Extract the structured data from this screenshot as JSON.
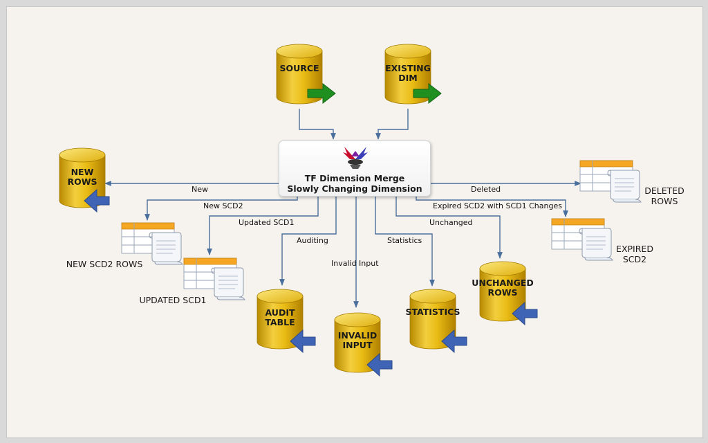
{
  "center": {
    "title": "TF Dimension Merge\nSlowly Changing Dimension"
  },
  "inputs": [
    {
      "id": "source",
      "label": "SOURCE"
    },
    {
      "id": "existing",
      "label": "EXISTING\nDIM"
    }
  ],
  "cylinders": [
    {
      "id": "new-rows",
      "label": "NEW\nROWS"
    },
    {
      "id": "audit",
      "label": "AUDIT\nTABLE"
    },
    {
      "id": "invalid",
      "label": "INVALID\nINPUT"
    },
    {
      "id": "statistics",
      "label": "STATISTICS"
    },
    {
      "id": "unchanged",
      "label": "UNCHANGED\nROWS"
    }
  ],
  "files": [
    {
      "id": "new-scd2",
      "label": "NEW SCD2 ROWS"
    },
    {
      "id": "updated-scd1",
      "label": "UPDATED SCD1"
    },
    {
      "id": "deleted",
      "label": "DELETED\nROWS"
    },
    {
      "id": "expired",
      "label": "EXPIRED\nSCD2"
    }
  ],
  "edges": [
    {
      "id": "new",
      "label": "New"
    },
    {
      "id": "new-scd2",
      "label": "New SCD2"
    },
    {
      "id": "updated-scd1",
      "label": "Updated SCD1"
    },
    {
      "id": "auditing",
      "label": "Auditing"
    },
    {
      "id": "invalid-input",
      "label": "Invalid Input"
    },
    {
      "id": "statistics",
      "label": "Statistics"
    },
    {
      "id": "unchanged",
      "label": "Unchanged"
    },
    {
      "id": "expired",
      "label": "Expired SCD2 with SCD1 Changes"
    },
    {
      "id": "deleted",
      "label": "Deleted"
    }
  ],
  "colors": {
    "cylinder": "#e6b800",
    "connector": "#4a6f9c",
    "output_arrow": "#3f63b5",
    "input_arrow": "#1f8f1f",
    "table_header": "#f5a623"
  }
}
